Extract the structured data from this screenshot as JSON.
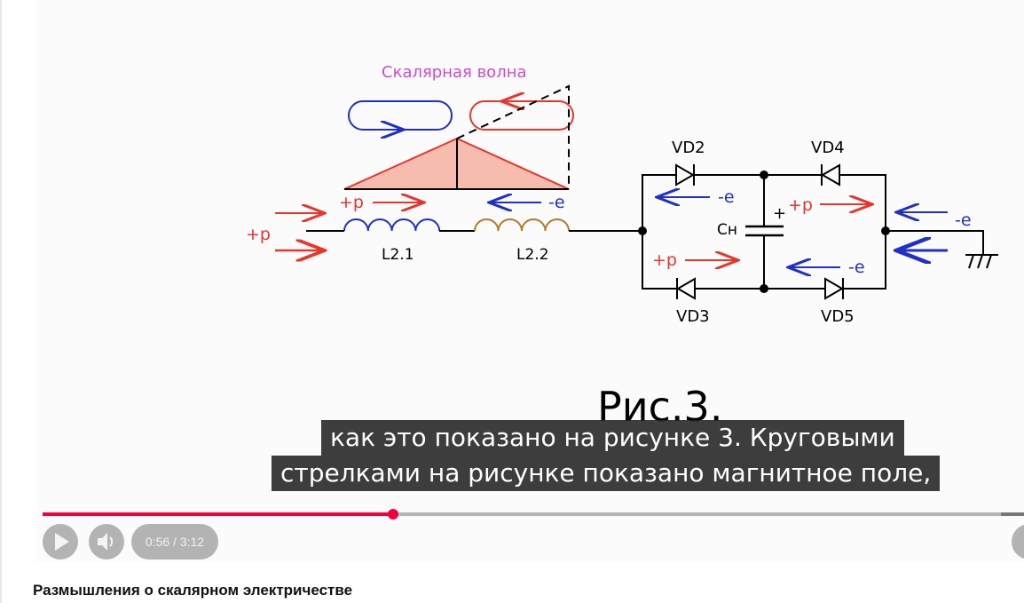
{
  "diagram": {
    "wave_label": "Скалярная волна",
    "plus_p": "+p",
    "minus_e": "-e",
    "l21": "L2.1",
    "l22": "L2.2",
    "vd2": "VD2",
    "vd3": "VD3",
    "vd4": "VD4",
    "vd5": "VD5",
    "cap": "Сн",
    "cap_plus": "+",
    "figure": "Рис.3."
  },
  "captions": [
    "как это показано на рисунке 3. Круговыми",
    "стрелками на рисунке показано магнитное поле,"
  ],
  "player": {
    "time": "0:56 / 3:12",
    "progress": 0.366
  },
  "video_title": "Размышления о скалярном электричестве",
  "colors": {
    "red": "#e8352a",
    "blue": "#1f2fc8",
    "magenta": "#d048d0",
    "accent": "#f2003c"
  }
}
